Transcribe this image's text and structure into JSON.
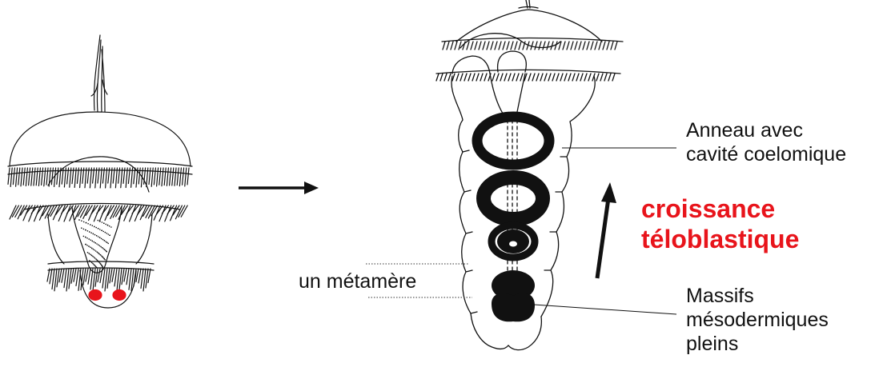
{
  "labels": {
    "ring": [
      "Anneau avec",
      "cavité coelomique"
    ],
    "growth": [
      "croissance",
      "téloblastique"
    ],
    "metamere": "un métamère",
    "masses": [
      "Massifs",
      "mésodermiques",
      "pleins"
    ]
  },
  "colors": {
    "ink": "#111111",
    "accent_red": "#e8141b",
    "background": "#ffffff"
  }
}
